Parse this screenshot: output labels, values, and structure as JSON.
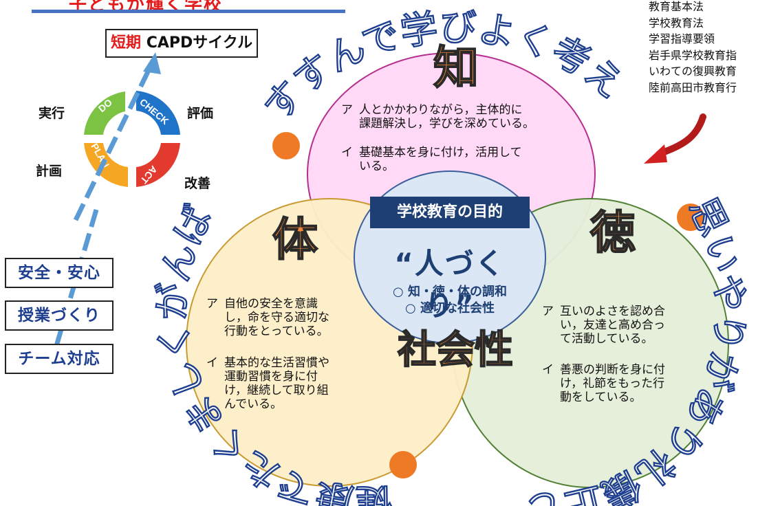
{
  "header": {
    "title": "子どもが輝く学校"
  },
  "capd": {
    "prefix": "短期",
    "label": "CAPDサイクル"
  },
  "cycle": {
    "arrows": {
      "do": "DO",
      "check": "CHECK",
      "act": "ACT",
      "plan": "PLAN"
    },
    "labels": {
      "do": "実行",
      "check": "評価",
      "act": "改善",
      "plan": "計画"
    }
  },
  "side_boxes": [
    "安全・安心",
    "授業づくり",
    "チーム対応"
  ],
  "laws": [
    "教育基本法",
    "学校教育法",
    "学習指導要領",
    "岩手県学校教育指",
    "いわての復興教育",
    "陸前高田市教育行"
  ],
  "arcs": {
    "top": "すすんで学びよく考える子ども",
    "left": "健康でたくましくがんばる子ども",
    "right": "思いやりがあり礼儀正しい子ども"
  },
  "circles": {
    "chi": {
      "title": "知",
      "items": [
        {
          "key": "ア",
          "text": "人とかかわりながら，主体的に\n課題解決し，学びを深めている。"
        },
        {
          "key": "イ",
          "text": "基礎基本を身に付け，活用して\nいる。"
        }
      ]
    },
    "tai": {
      "title": "体",
      "items": [
        {
          "key": "ア",
          "text": "自他の安全を意識\nし，命を守る適切な\n行動をとっている。"
        },
        {
          "key": "イ",
          "text": "基本的な生活習慣や\n運動習慣を身に付\nけ，継続して取り組\nんでいる。"
        }
      ]
    },
    "toku": {
      "title": "徳",
      "items": [
        {
          "key": "ア",
          "text": "互いのよさを認め合\nい，友達と高め合っ\nて活動している。"
        },
        {
          "key": "イ",
          "text": "善悪の判断を身に付\nけ，礼節をもった行\n動をしている。"
        }
      ]
    }
  },
  "center": {
    "purpose": "学校教育の目的",
    "title": "“人づくり”",
    "bullets": [
      "○ 知・徳・体の調和",
      "○ 適切な社会性"
    ],
    "social": "社会性"
  },
  "colors": {
    "chi_fill": "#ffd9f6",
    "tai_fill": "#fdefc8",
    "toku_fill": "#e4efd9",
    "center_fill": "#dbe7f5",
    "accent_orange": "#ef7a26",
    "navy": "#1e3f74",
    "red": "#e31b1b"
  }
}
